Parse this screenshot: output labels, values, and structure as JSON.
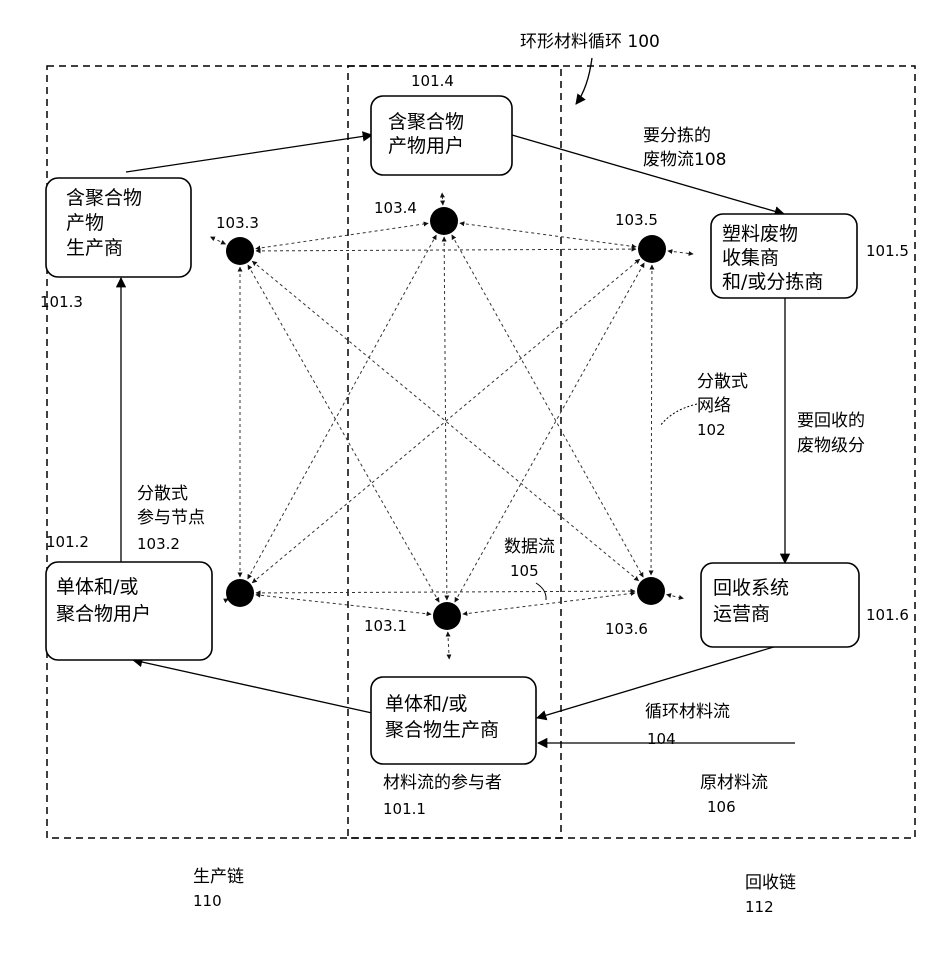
{
  "title": "环形材料循环 100",
  "participants": {
    "producer_polymer_product": [
      "含聚合物",
      "产物",
      "生产商"
    ],
    "user_polymer_product": [
      "含聚合物",
      "产物用户"
    ],
    "plastic_waste_collector": [
      "塑料废物",
      "收集商",
      "和/或分拣商"
    ],
    "recycling_operator": [
      "回收系统",
      "运营商"
    ],
    "monomer_polymer_producer": [
      "单体和/或",
      "聚合物生产商"
    ],
    "monomer_polymer_user": [
      "单体和/或",
      "聚合物用户"
    ]
  },
  "ids": {
    "r101_1": "101.1",
    "r101_2": "101.2",
    "r101_3": "101.3",
    "r101_4": "101.4",
    "r101_5": "101.5",
    "r101_6": "101.6",
    "n103_1": "103.1",
    "n103_3": "103.3",
    "n103_4": "103.4",
    "n103_5": "103.5",
    "n103_6": "103.6"
  },
  "labels": {
    "waste_sort": [
      "要分拣的",
      "废物流108"
    ],
    "distributed_network": [
      "分散式",
      "网络",
      "102"
    ],
    "waste_recycle": [
      "要回收的",
      "废物级分"
    ],
    "distributed_node": [
      "分散式",
      "参与节点",
      "103.2"
    ],
    "data_flow": [
      "数据流",
      "105"
    ],
    "circular_flow": [
      "循环材料流",
      "104"
    ],
    "raw_flow": [
      "原材料流",
      "106"
    ],
    "material_participants": [
      "材料流的参与者",
      "101.1"
    ],
    "production_chain": [
      "生产链",
      "110"
    ],
    "recycling_chain": [
      "回收链",
      "112"
    ]
  }
}
